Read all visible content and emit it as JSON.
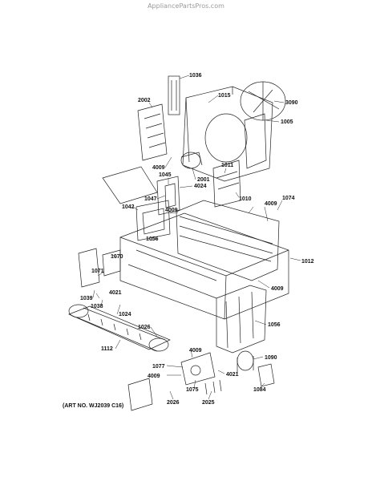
{
  "watermark": "AppliancePartsPros.com",
  "art_number": "(ART NO. WJ2039 C16)",
  "parts": [
    {
      "id": "1036"
    },
    {
      "id": "2002"
    },
    {
      "id": "1015"
    },
    {
      "id": "3090"
    },
    {
      "id": "1005"
    },
    {
      "id": "4009"
    },
    {
      "id": "1011"
    },
    {
      "id": "1045"
    },
    {
      "id": "2001"
    },
    {
      "id": "4024"
    },
    {
      "id": "1047"
    },
    {
      "id": "1010"
    },
    {
      "id": "1074"
    },
    {
      "id": "1042"
    },
    {
      "id": "4009"
    },
    {
      "id": "4009"
    },
    {
      "id": "1056"
    },
    {
      "id": "1012"
    },
    {
      "id": "1070"
    },
    {
      "id": "4009"
    },
    {
      "id": "1071"
    },
    {
      "id": "1039"
    },
    {
      "id": "4021"
    },
    {
      "id": "1038"
    },
    {
      "id": "1024"
    },
    {
      "id": "1026"
    },
    {
      "id": "1056"
    },
    {
      "id": "1112"
    },
    {
      "id": "4009"
    },
    {
      "id": "1090"
    },
    {
      "id": "1077"
    },
    {
      "id": "4021"
    },
    {
      "id": "4009"
    },
    {
      "id": "1075"
    },
    {
      "id": "1084"
    },
    {
      "id": "2026"
    },
    {
      "id": "2025"
    }
  ]
}
